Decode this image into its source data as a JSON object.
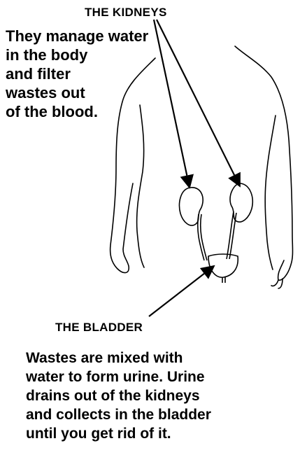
{
  "kidneys": {
    "title": "THE KIDNEYS",
    "description": "They manage water\nin the body\nand filter\nwastes out\nof the blood."
  },
  "bladder": {
    "title": "THE BLADDER",
    "description": "Wastes are mixed with\nwater to form urine. Urine\ndrains out of the kidneys\nand collects in the bladder\nuntil you get rid of it."
  }
}
